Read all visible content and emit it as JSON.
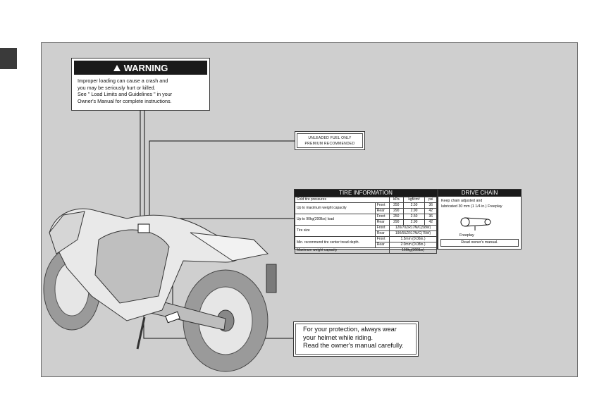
{
  "warning_label": {
    "title": "WARNING",
    "lines": [
      "Improper loading can cause a crash and",
      "you may be seriously hurt or killed.",
      "See \" Load Limits and Guidelines \" in your",
      "Owner's Manual for complete instructions."
    ]
  },
  "fuel_label": {
    "line1": "UNLEADED FUEL ONLY",
    "line2": "PREMIUM RECOMMENDED"
  },
  "tire_label": {
    "title": "TIRE INFORMATION",
    "headers": [
      "Cold tire pressures",
      "",
      "kPa",
      "kgf/cm²",
      "psi"
    ],
    "rows": [
      [
        "Up to maximum weight capacity",
        "Front",
        "250",
        "2.50",
        "36"
      ],
      [
        "",
        "Rear",
        "290",
        "2.90",
        "42"
      ],
      [
        "Up to 90kg(200lbs) load",
        "Front",
        "250",
        "2.50",
        "36"
      ],
      [
        "",
        "Rear",
        "290",
        "2.90",
        "42"
      ],
      [
        "Tire size",
        "Front",
        "120/70ZR17M/C(58W)",
        "",
        ""
      ],
      [
        "",
        "Rear",
        "190/55ZR17M/C(75W)",
        "",
        ""
      ],
      [
        "Min. recommend tire center tread depth.",
        "Front",
        "1.5mm (0.06in.)",
        "",
        ""
      ],
      [
        "",
        "Rear",
        "2.0mm (0.08in.)",
        "",
        ""
      ],
      [
        "Maximum weight capacity",
        "",
        "166kg(366lbs)",
        "",
        ""
      ]
    ]
  },
  "chain_label": {
    "title": "DRIVE CHAIN",
    "line1": "Keep chain adjusted and",
    "line2": "lubricated 30 mm (1 1/4 in.) Freeplay",
    "freeplay": "Freeplay",
    "footer": "Read owner's manual."
  },
  "helmet_label": {
    "lines": [
      "For your protection, always wear",
      "your helmet while riding.",
      "Read the owner's manual carefully."
    ]
  },
  "colors": {
    "panel": "#cfcfcf",
    "label_header": "#1a1a1a"
  }
}
